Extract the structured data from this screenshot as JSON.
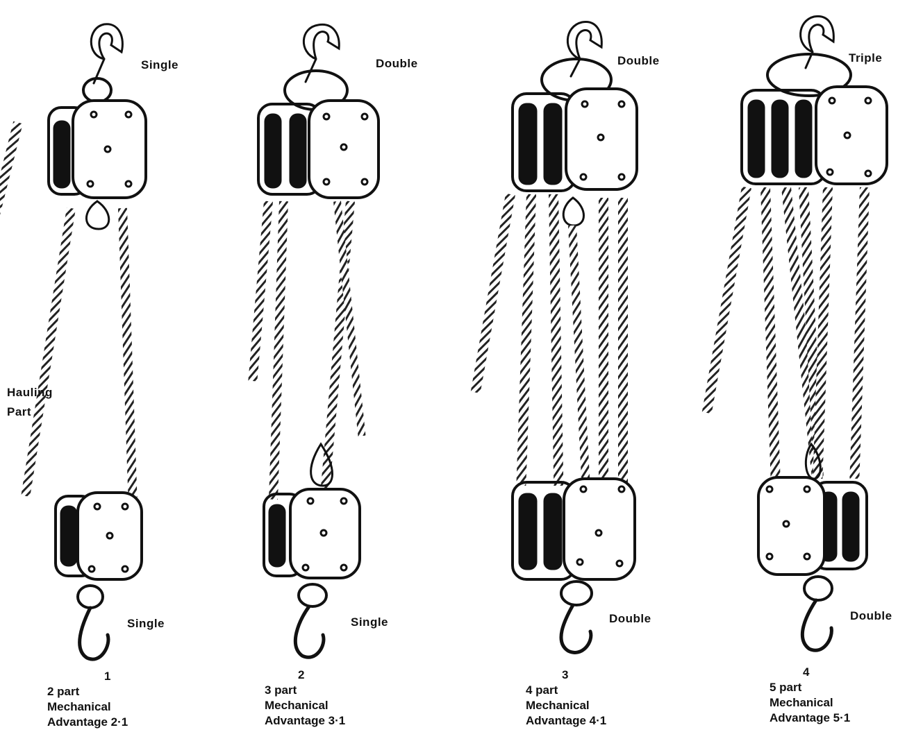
{
  "figures": [
    {
      "number": "1",
      "top_block": "Single",
      "bottom_block": "Single",
      "line1": "2 part",
      "line2": "Mechanical",
      "line3": "Advantage 2·1",
      "hauling_part_line1": "Hauling",
      "hauling_part_line2": "Part"
    },
    {
      "number": "2",
      "top_block": "Double",
      "bottom_block": "Single",
      "line1": "3 part",
      "line2": "Mechanical",
      "line3": "Advantage 3·1"
    },
    {
      "number": "3",
      "top_block": "Double",
      "bottom_block": "Double",
      "line1": "4 part",
      "line2": "Mechanical",
      "line3": "Advantage 4·1"
    },
    {
      "number": "4",
      "top_block": "Triple",
      "bottom_block": "Double",
      "line1": "5 part",
      "line2": "Mechanical",
      "line3": "Advantage 5·1"
    }
  ]
}
